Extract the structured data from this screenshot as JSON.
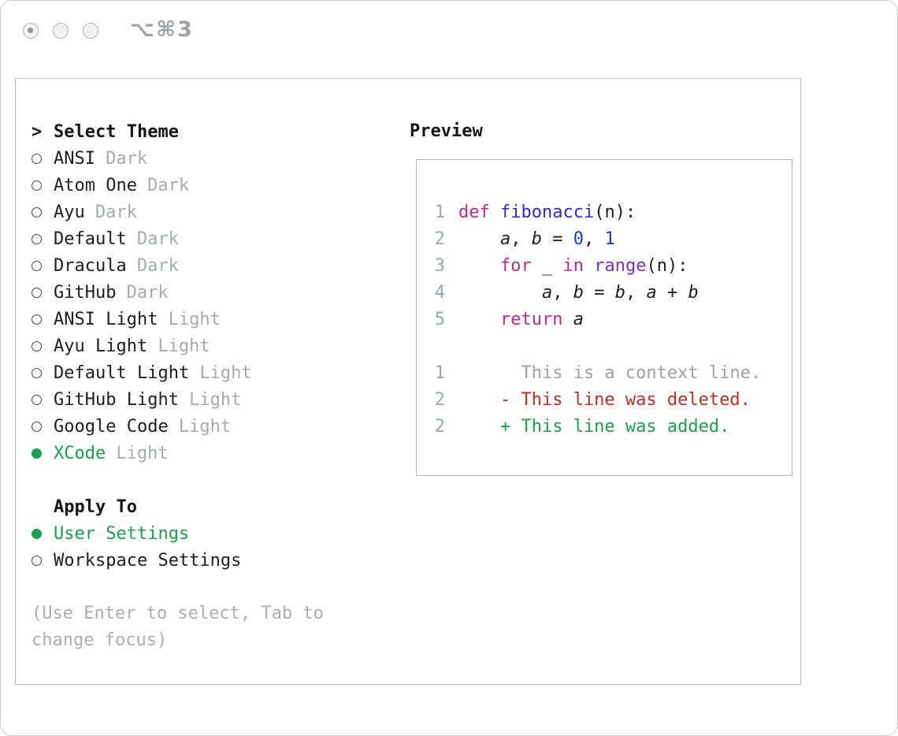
{
  "window": {
    "shortcut": "⌥⌘3"
  },
  "colors": {
    "accent_green": "#16a34a",
    "keyword_magenta": "#c42890",
    "function_blue": "#3626cd",
    "number_blue": "#1b36d6",
    "builtin_purple": "#7d2ec4",
    "deleted_red": "#cb2b1d",
    "muted_gray": "#a6abb0"
  },
  "panel": {
    "select_theme": {
      "pointer": ">",
      "header": "Select Theme",
      "items": [
        {
          "name": "ANSI",
          "variant": "Dark",
          "selected": false
        },
        {
          "name": "Atom One",
          "variant": "Dark",
          "selected": false
        },
        {
          "name": "Ayu",
          "variant": "Dark",
          "selected": false
        },
        {
          "name": "Default",
          "variant": "Dark",
          "selected": false
        },
        {
          "name": "Dracula",
          "variant": "Dark",
          "selected": false
        },
        {
          "name": "GitHub",
          "variant": "Dark",
          "selected": false
        },
        {
          "name": "ANSI Light",
          "variant": "Light",
          "selected": false
        },
        {
          "name": "Ayu Light",
          "variant": "Light",
          "selected": false
        },
        {
          "name": "Default Light",
          "variant": "Light",
          "selected": false
        },
        {
          "name": "GitHub Light",
          "variant": "Light",
          "selected": false
        },
        {
          "name": "Google Code",
          "variant": "Light",
          "selected": false
        },
        {
          "name": "XCode",
          "variant": "Light",
          "selected": true
        }
      ]
    },
    "apply_to": {
      "header": "Apply To",
      "items": [
        {
          "label": "User Settings",
          "selected": true
        },
        {
          "label": "Workspace Settings",
          "selected": false
        }
      ]
    },
    "hint": "(Use Enter to select, Tab to change focus)",
    "preview": {
      "header": "Preview",
      "code_lines": [
        {
          "num": "1",
          "tokens": [
            {
              "t": "def",
              "c": "keyword"
            },
            {
              "t": " "
            },
            {
              "t": "fibonacci",
              "c": "func"
            },
            {
              "t": "(n):"
            }
          ]
        },
        {
          "num": "2",
          "tokens": [
            {
              "t": "    "
            },
            {
              "t": "a",
              "c": "var"
            },
            {
              "t": ", "
            },
            {
              "t": "b",
              "c": "var"
            },
            {
              "t": " = "
            },
            {
              "t": "0",
              "c": "number"
            },
            {
              "t": ", "
            },
            {
              "t": "1",
              "c": "number"
            }
          ]
        },
        {
          "num": "3",
          "tokens": [
            {
              "t": "    "
            },
            {
              "t": "for",
              "c": "keyword"
            },
            {
              "t": " _ "
            },
            {
              "t": "in",
              "c": "keyword"
            },
            {
              "t": " "
            },
            {
              "t": "range",
              "c": "type"
            },
            {
              "t": "(n):"
            }
          ]
        },
        {
          "num": "4",
          "tokens": [
            {
              "t": "        "
            },
            {
              "t": "a",
              "c": "var"
            },
            {
              "t": ", "
            },
            {
              "t": "b",
              "c": "var"
            },
            {
              "t": " = "
            },
            {
              "t": "b",
              "c": "var"
            },
            {
              "t": ", "
            },
            {
              "t": "a",
              "c": "var"
            },
            {
              "t": " + "
            },
            {
              "t": "b",
              "c": "var"
            }
          ]
        },
        {
          "num": "5",
          "tokens": [
            {
              "t": "    "
            },
            {
              "t": "return",
              "c": "keyword"
            },
            {
              "t": " "
            },
            {
              "t": "a",
              "c": "var"
            }
          ]
        }
      ],
      "diff_lines": [
        {
          "num": "1",
          "kind": "context",
          "text": "      This is a context line."
        },
        {
          "num": "2",
          "kind": "deleted",
          "text": "    - This line was deleted."
        },
        {
          "num": "2",
          "kind": "added",
          "text": "    + This line was added."
        }
      ]
    }
  }
}
